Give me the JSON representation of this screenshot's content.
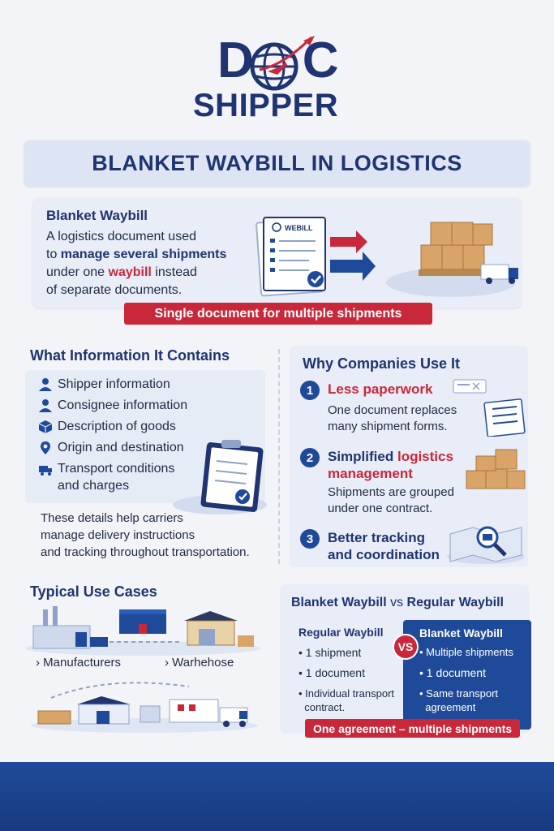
{
  "logo": {
    "line1_left": "D",
    "line1_right": "C",
    "line2": "SHIPPER"
  },
  "title": "BLANKET WAYBILL IN LOGISTICS",
  "definition": {
    "heading": "Blanket Waybill",
    "text_part1": "A logistics document used",
    "text_part2_pre": "to ",
    "text_part2_bold": "manage several shipments",
    "text_part3_pre": "under one ",
    "text_part3_red": "waybill",
    "text_part3_post": " instead",
    "text_part4": "of separate documents.",
    "doc_label": "WEBILL",
    "banner": "Single document for multiple shipments"
  },
  "info": {
    "heading": "What Information It Contains",
    "items": [
      {
        "icon": "person-icon",
        "label": "Shipper information"
      },
      {
        "icon": "person-icon",
        "label": "Consignee information"
      },
      {
        "icon": "box-icon",
        "label": "Description of goods"
      },
      {
        "icon": "pin-icon",
        "label": "Origin and destination"
      },
      {
        "icon": "truck-icon",
        "label": "Transport conditions",
        "label2": "and charges"
      }
    ],
    "note_line1": "These details help carriers",
    "note_line2": "manage delivery instructions",
    "note_line3": "and tracking throughout transportation."
  },
  "why": {
    "heading": "Why Companies Use It",
    "reasons": [
      {
        "num": "1",
        "title": "Less paperwork",
        "desc1": "One document replaces",
        "desc2": "many shipment forms."
      },
      {
        "num": "2",
        "title_pre": "Simplified ",
        "title_red": "logistics",
        "title2": "management",
        "desc1": "Shipments are grouped",
        "desc2": "under one contract."
      },
      {
        "num": "3",
        "title1": "Better tracking",
        "title2": "and coordination"
      }
    ]
  },
  "use_cases": {
    "heading": "Typical Use Cases",
    "label1": "Manufacturers",
    "label2": "Warhehose"
  },
  "comparison": {
    "heading_left": "Blanket Waybill",
    "heading_vs": " vs ",
    "heading_right": "Regular Waybill",
    "vs": "VS",
    "regular": {
      "title": "Regular Waybill",
      "items": [
        "1 shipment",
        "1 document",
        "Individual transport",
        "contract."
      ]
    },
    "blanket": {
      "title": "Blanket Waybill",
      "items": [
        "Multiple shipments",
        "1 document",
        "Same transport",
        "agreement"
      ]
    },
    "banner": "One agreement – multiple shipments"
  },
  "colors": {
    "navy": "#1f3470",
    "blue": "#1f4a9a",
    "red": "#c8283a"
  }
}
